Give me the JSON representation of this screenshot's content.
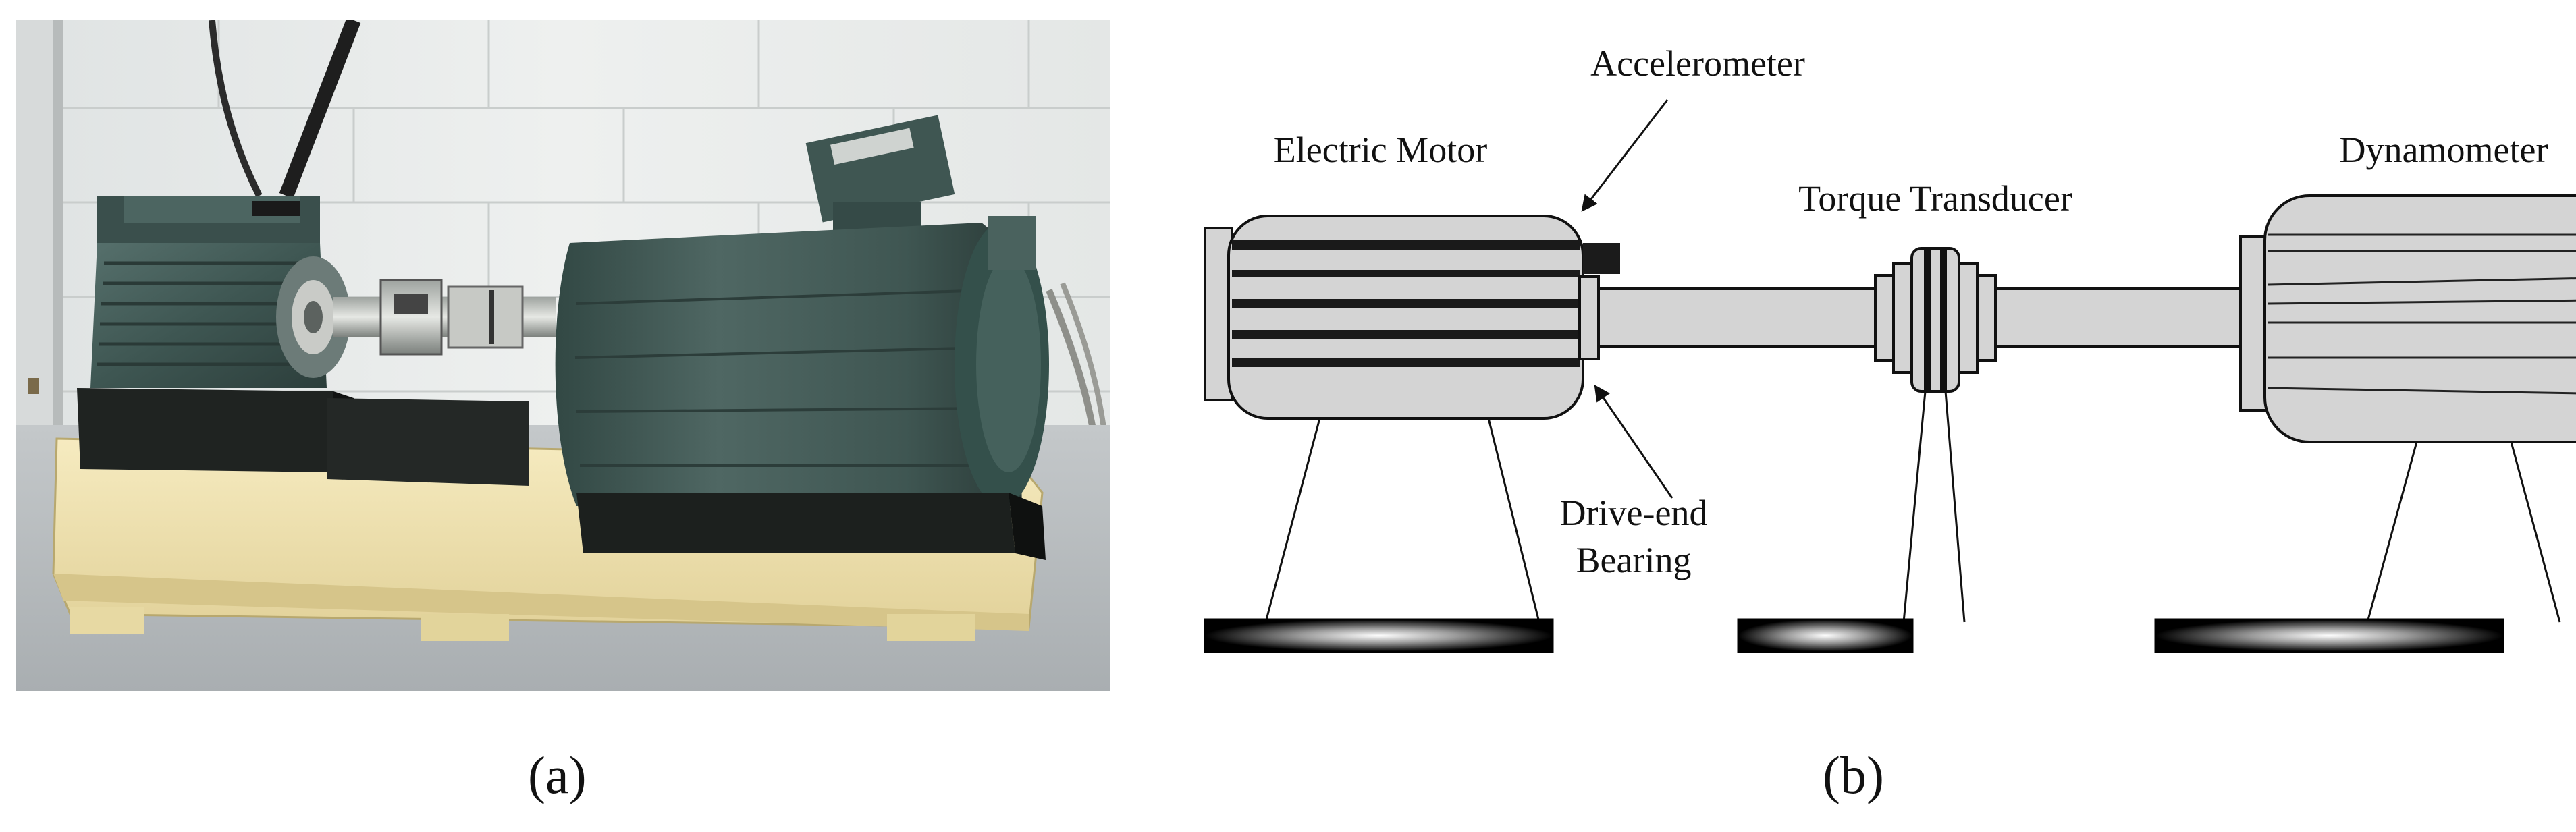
{
  "figure": {
    "panel_a": {
      "caption": "(a)",
      "content": "photo"
    },
    "panel_b": {
      "caption": "(b)",
      "labels": {
        "accelerometer": "Accelerometer",
        "electric_motor": "Electric Motor",
        "torque_transducer": "Torque Transducer",
        "dynamometer": "Dynamometer",
        "drive_end_line1": "Drive-end",
        "drive_end_line2": "Bearing"
      }
    }
  },
  "colors": {
    "machine_fill": "#d4d4d4",
    "stripe": "#1a1a1a",
    "outline": "#111111",
    "photo_motor": "#3f5754",
    "photo_base": "#f0e3b0",
    "photo_wall": "#e8eaea",
    "photo_floor": "#b9bdbf"
  }
}
